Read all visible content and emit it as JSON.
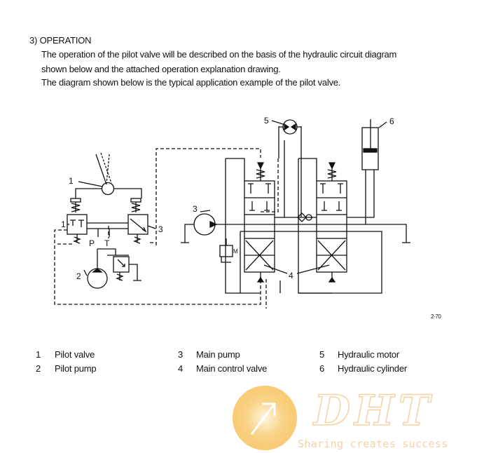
{
  "section": {
    "heading": "3) OPERATION",
    "paragraph_lines": [
      "The operation of the pilot valve will be described on the basis of the hydraulic circuit diagram",
      "shown below and the attached operation explanation drawing.",
      "The diagram shown below is the typical application example of the pilot valve."
    ]
  },
  "diagram": {
    "labels": {
      "n1": "1",
      "n1b": "1",
      "n2": "2",
      "n3": "3",
      "n3b": "3",
      "n4": "4",
      "n5": "5",
      "n6": "6",
      "port_p": "P",
      "port_t": "T",
      "port_m": "M"
    },
    "figure_number": "2-70"
  },
  "legend": [
    {
      "num": "1",
      "label": "Pilot valve"
    },
    {
      "num": "2",
      "label": "Pilot pump"
    },
    {
      "num": "3",
      "label": "Main pump"
    },
    {
      "num": "4",
      "label": "Main control valve"
    },
    {
      "num": "5",
      "label": "Hydraulic motor"
    },
    {
      "num": "6",
      "label": "Hydraulic cylinder"
    }
  ],
  "watermark": {
    "logo": "DHT",
    "tagline": "Sharing creates success",
    "colors": {
      "glow": "#f9c46a",
      "text": "#f4d2a6"
    }
  }
}
